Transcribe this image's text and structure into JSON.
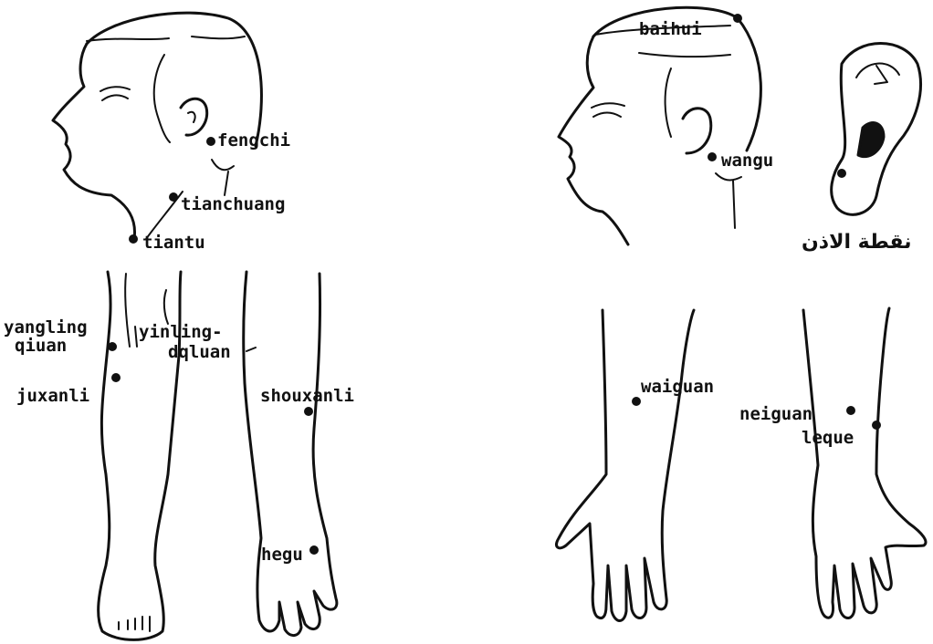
{
  "colors": {
    "ink": "#111111",
    "background": "#ffffff"
  },
  "points": {
    "fengchi": "fengchi",
    "tianchuang": "tianchuang",
    "tiantu": "tiantu",
    "baihui": "baihui",
    "wangu": "wangu",
    "ear_point": "نقطة الاذن",
    "yanglingquan_1": "yangling",
    "yanglingquan_2": "qiuan",
    "juxanli": "juxanli",
    "yinlingquan_1": "yinling-",
    "yinlingquan_2": "dqluan",
    "shouxanli": "shouxanli",
    "hegu": "hegu",
    "waiguan": "waiguan",
    "neiguan": "neiguan",
    "leque": "leque"
  }
}
